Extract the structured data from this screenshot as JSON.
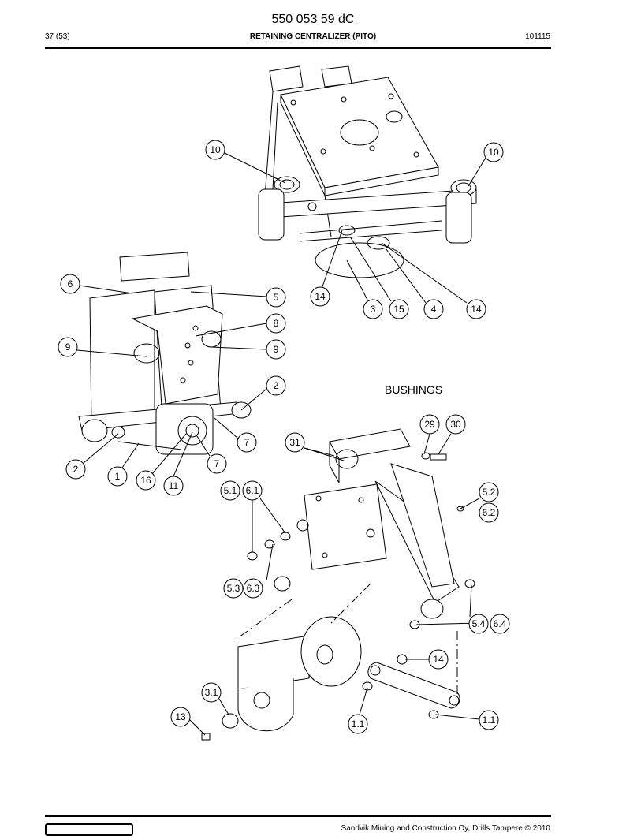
{
  "header": {
    "doc_number": "550 053 59 dC",
    "page": "37 (53)",
    "title": "RETAINING CENTRALIZER (PITO)",
    "date": "101115"
  },
  "section_label": "BUSHINGS",
  "callouts": {
    "c10a": "10",
    "c10b": "10",
    "c14a": "14",
    "c3": "3",
    "c15": "15",
    "c4": "4",
    "c14b": "14",
    "c6": "6",
    "c5": "5",
    "c8": "8",
    "c9a": "9",
    "c9b": "9",
    "c2a": "2",
    "c7a": "7",
    "c2b": "2",
    "c1": "1",
    "c16": "16",
    "c11": "11",
    "c7b": "7",
    "c29": "29",
    "c30": "30",
    "c31": "31",
    "c51": "5.1",
    "c61": "6.1",
    "c52": "5.2",
    "c62": "6.2",
    "c53": "5.3",
    "c63": "6.3",
    "c54": "5.4",
    "c64": "6.4",
    "c14c": "14",
    "c31b": "3.1",
    "c13": "13",
    "c11a": "1.1",
    "c11b": "1.1"
  },
  "footer": {
    "copyright": "Sandvik Mining and Construction Oy, Drills Tampere © 2010"
  }
}
